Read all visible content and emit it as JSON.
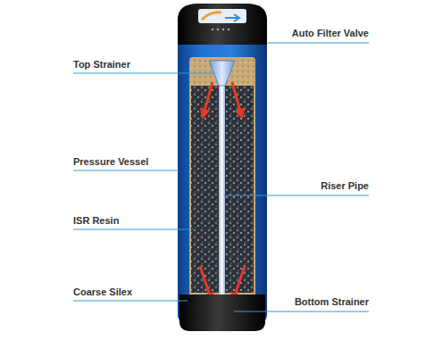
{
  "diagram": {
    "labels": [
      "Auto Filter Valve",
      "Top Strainer",
      "Pressure Vessel",
      "Riser Pipe",
      "ISR Resin",
      "Coarse Silex",
      "Bottom Strainer"
    ]
  }
}
